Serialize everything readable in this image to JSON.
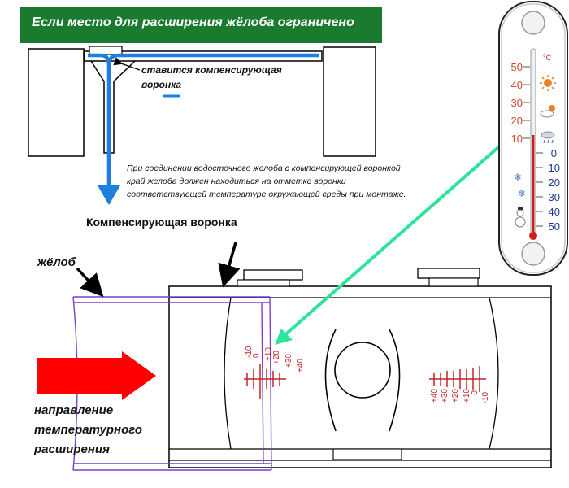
{
  "title": "Если место для расширения жёлоба ограничено",
  "note_funnel": [
    "ставится компенсирующая",
    "воронка"
  ],
  "note_body": [
    "При соединении водосточного желоба с компенсирующей воронкой",
    "край желоба должен находиться на отметке воронки",
    "соответствующей температуре окружающей среды при монтаже."
  ],
  "label_funnel": "Компенсирующая воронка",
  "label_gutter": "жёлоб",
  "label_direction": [
    "направление",
    "температурного",
    "расширения"
  ],
  "left_scale": [
    "-10",
    "0",
    "+10",
    "+20",
    "+30",
    "+40"
  ],
  "right_scale": [
    "+40",
    "+30",
    "+20",
    "+10",
    "0",
    "-10"
  ],
  "thermometer": {
    "unit": "°C",
    "upper": [
      "50",
      "40",
      "30",
      "20",
      "10"
    ],
    "lower": [
      "0",
      "10",
      "20",
      "30",
      "40",
      "50"
    ]
  },
  "colors": {
    "banner": "#1a7a2e",
    "gutter_blue": "#1e7fe0",
    "arrow_green": "#2fe39a",
    "scale_red": "#c0262c",
    "gutter_outline": "#7a3fd0",
    "expansion_arrow": "#ff0000"
  },
  "icons": [
    "sun-icon",
    "partly-cloudy-icon",
    "rain-cloud-icon",
    "snowflake-icon",
    "snowman-icon"
  ]
}
